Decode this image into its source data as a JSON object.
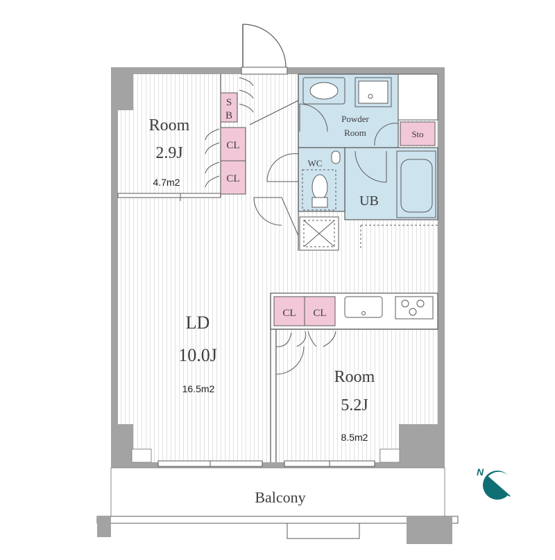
{
  "rooms": {
    "room_small": {
      "name": "Room",
      "size": "2.9J",
      "area": "4.7m2"
    },
    "ld": {
      "name": "LD",
      "size": "10.0J",
      "area": "16.5m2"
    },
    "room_large": {
      "name": "Room",
      "size": "5.2J",
      "area": "8.5m2"
    },
    "powder_room": {
      "line1": "Powder",
      "line2": "Room"
    },
    "wc": "WC",
    "ub": "UB",
    "balcony": "Balcony"
  },
  "storage": {
    "shoe_box_s": "S",
    "shoe_box_b": "B",
    "closet_1": "CL",
    "closet_2": "CL",
    "closet_3": "CL",
    "closet_4": "CL",
    "sto": "Sto"
  },
  "compass": {
    "label": "N",
    "color": "#0f6f73"
  },
  "colors": {
    "wall": "#a3a3a3",
    "floor_line": "#e2e2e2",
    "wet_area": "#cde3ee",
    "storage": "#f2c8d8",
    "outline": "#5a5a5a"
  }
}
